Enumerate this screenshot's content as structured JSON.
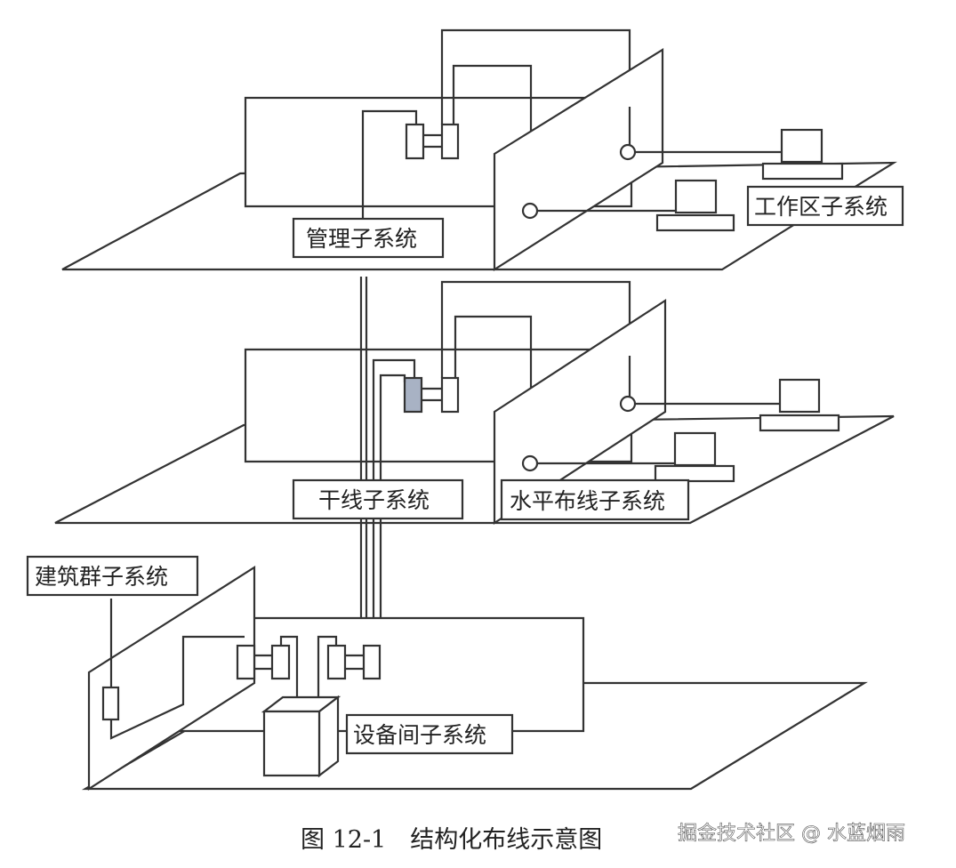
{
  "labels": {
    "management": "管理子系统",
    "work_area": "工作区子系统",
    "backbone": "干线子系统",
    "horizontal": "水平布线子系统",
    "building_group": "建筑群子系统",
    "equipment_room": "设备间子系统"
  },
  "caption": "图 12-1　结构化布线示意图",
  "watermark": "掘金技术社区 @ 水蓝烟雨",
  "colors": {
    "line": "#333333",
    "background": "#ffffff",
    "module_shade": "#a8b2c4"
  }
}
